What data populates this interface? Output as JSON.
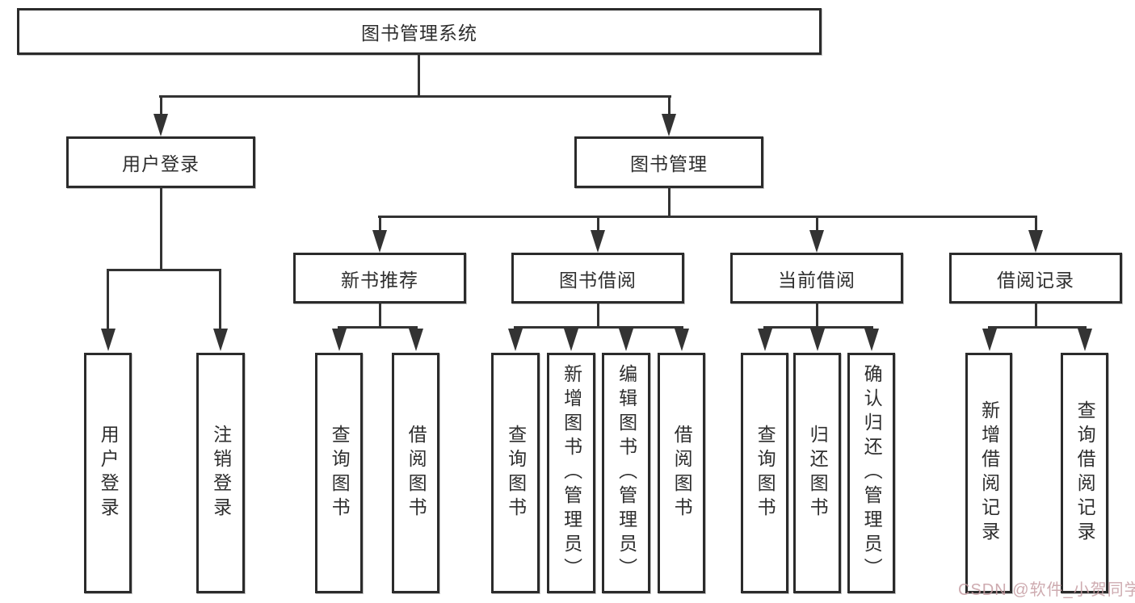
{
  "tree": {
    "root": {
      "label": "图书管理系统"
    },
    "level2": [
      {
        "label": "用户登录",
        "children": [
          {
            "label": "用户登录"
          },
          {
            "label": "注销登录"
          }
        ]
      },
      {
        "label": "图书管理",
        "children": [
          {
            "label": "新书推荐",
            "children": [
              {
                "label": "查询图书"
              },
              {
                "label": "借阅图书"
              }
            ]
          },
          {
            "label": "图书借阅",
            "children": [
              {
                "label": "查询图书"
              },
              {
                "label": "新增图书（管理员）"
              },
              {
                "label": "编辑图书（管理员）"
              },
              {
                "label": "借阅图书"
              }
            ]
          },
          {
            "label": "当前借阅",
            "children": [
              {
                "label": "查询图书"
              },
              {
                "label": "归还图书"
              },
              {
                "label": "确认归还（管理员）"
              }
            ]
          },
          {
            "label": "借阅记录",
            "children": [
              {
                "label": "新增借阅记录"
              },
              {
                "label": "查询借阅记录"
              }
            ]
          }
        ]
      }
    ]
  },
  "watermark": {
    "text": "CSDN @软件_小贺同学"
  },
  "colors": {
    "line": "#333333",
    "box_border": "#2b2b2b",
    "text": "#2e2e2e",
    "watermark": "#c69ca2",
    "background": "#ffffff"
  }
}
